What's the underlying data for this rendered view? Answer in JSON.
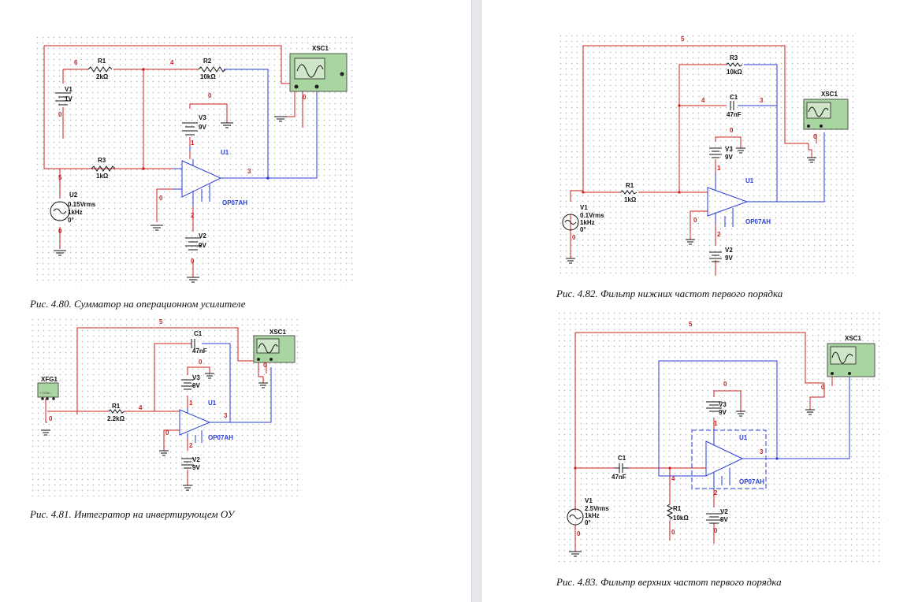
{
  "figures": {
    "f480": {
      "caption": "Рис. 4.80. Сумматор на операционном усилителе",
      "nets": [
        "6",
        "4",
        "0",
        "5",
        "0",
        "3",
        "0",
        "2",
        "0",
        "0",
        "1"
      ],
      "parts": {
        "r1_name": "R1",
        "r1_val": "2kΩ",
        "r2_name": "R2",
        "r2_val": "10kΩ",
        "r3_name": "R3",
        "r3_val": "1kΩ",
        "v1_name": "V1",
        "v1_val": "1V",
        "v3_name": "V3",
        "v3_val": "9V",
        "v2_name": "V2",
        "v2_val": "9V",
        "u2_name": "U2",
        "u2_amp": "0.15Vrms",
        "u2_freq": "1kHz",
        "u2_phase": "0°",
        "u1_name": "U1",
        "u1_model": "OP07AH",
        "xsc": "XSC1"
      }
    },
    "f481": {
      "caption": "Рис. 4.81. Интегратор на инвертирующем ОУ",
      "nets": [
        "5",
        "0",
        "4",
        "3",
        "0",
        "0",
        "2",
        "0",
        "1"
      ],
      "parts": {
        "xfg": "XFG1",
        "r1_name": "R1",
        "r1_val": "2.2kΩ",
        "c1_name": "C1",
        "c1_val": "47nF",
        "v3_name": "V3",
        "v3_val": "9V",
        "v2_name": "V2",
        "v2_val": "9V",
        "u1_name": "U1",
        "u1_model": "OP07AH",
        "xsc": "XSC1"
      }
    },
    "f482": {
      "caption": "Рис. 4.82. Фильтр нижних частот первого порядка",
      "nets": [
        "5",
        "4",
        "3",
        "0",
        "0",
        "0",
        "0",
        "2",
        "1"
      ],
      "parts": {
        "r3_name": "R3",
        "r3_val": "10kΩ",
        "c1_name": "C1",
        "c1_val": "47nF",
        "r1_name": "R1",
        "r1_val": "1kΩ",
        "v1_name": "V1",
        "v1_amp": "0.1Vrms",
        "v1_freq": "1kHz",
        "v1_phase": "0°",
        "v3_name": "V3",
        "v3_val": "9V",
        "v2_name": "V2",
        "v2_val": "9V",
        "u1_name": "U1",
        "u1_model": "OP07AH",
        "xsc": "XSC1"
      }
    },
    "f483": {
      "caption": "Рис. 4.83. Фильтр верхних частот первого порядка",
      "nets": [
        "5",
        "0",
        "0",
        "4",
        "3",
        "0",
        "0",
        "0",
        "1",
        "2"
      ],
      "parts": {
        "c1_name": "C1",
        "c1_val": "47nF",
        "r1_name": "R1",
        "r1_val": "10kΩ",
        "v1_name": "V1",
        "v1_amp": "2.5Vrms",
        "v1_freq": "1kHz",
        "v1_phase": "0°",
        "v3_name": "V3",
        "v3_val": "9V",
        "v2_name": "V2",
        "v2_val": "9V",
        "u1_name": "U1",
        "u1_model": "OP07AH",
        "xsc": "XSC1"
      }
    }
  },
  "colors": {
    "wire_red": "#d21f1f",
    "wire_blue": "#2a3ed8",
    "scope_bg": "#a9d5a0"
  }
}
